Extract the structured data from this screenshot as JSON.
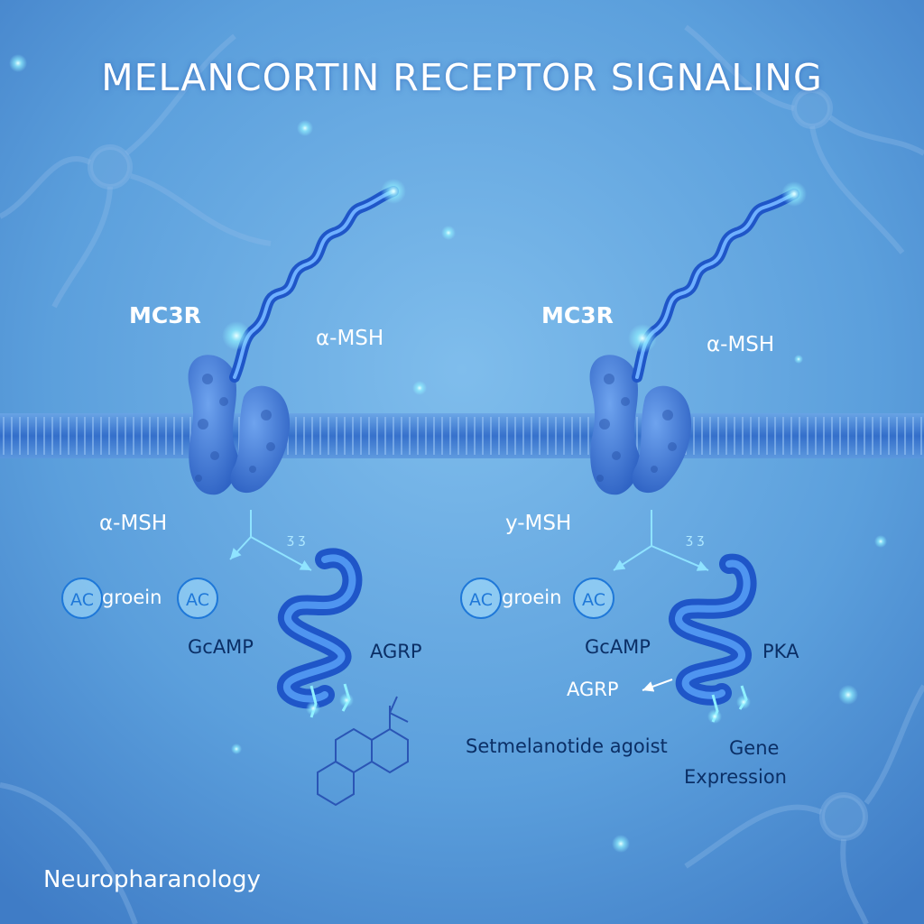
{
  "title": "MELANCORTIN RECEPTOR SIGNALING",
  "footer": "Neuropharanology",
  "colors": {
    "background": "#5fa7e0",
    "membrane": "#3a78d2",
    "receptor": "#3f7ed8",
    "helix": "#1f62d6",
    "accent": "#8ff0ff"
  },
  "left_panel": {
    "receptor_label": "MC3R",
    "ligand_label": "α-MSH",
    "lower_ligand_label": "α-MSH",
    "ac_left": "AC",
    "protein_label": "groein",
    "ac_right": "AC",
    "second_messenger": "GcAMP",
    "product_label": "AGRP"
  },
  "right_panel": {
    "receptor_label": "MC3R",
    "ligand_label": "α-MSH",
    "lower_ligand_label": "y-MSH",
    "ac_left": "AC",
    "protein_label": "groein",
    "ac_right": "AC",
    "second_messenger": "GcAMP",
    "kinase_label": "PKA",
    "product_label": "AGRP",
    "agonist_label": "Setmelanotide agoist",
    "outcome_line1": "Gene",
    "outcome_line2": "Expression"
  }
}
